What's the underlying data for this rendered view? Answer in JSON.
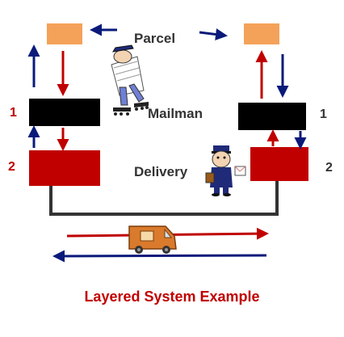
{
  "labels": {
    "parcel": "Parcel",
    "mailman": "Mailman",
    "delivery": "Delivery",
    "left_layer_1": "1",
    "left_layer_2": "2",
    "right_layer_1": "1",
    "right_layer_2": "2"
  },
  "caption": "Layered System Example",
  "colors": {
    "parcel_box": "#f4a259",
    "layer_1_box": "#000000",
    "layer_2_box": "#c00000",
    "arrow_red": "#c00000",
    "arrow_blue": "#0a1a7a",
    "label_dark": "#333333",
    "number_left": "#c00000",
    "number_right": "#333333"
  },
  "icons": [
    "mailman-clipart-icon",
    "delivery-person-clipart-icon",
    "delivery-van-icon"
  ]
}
